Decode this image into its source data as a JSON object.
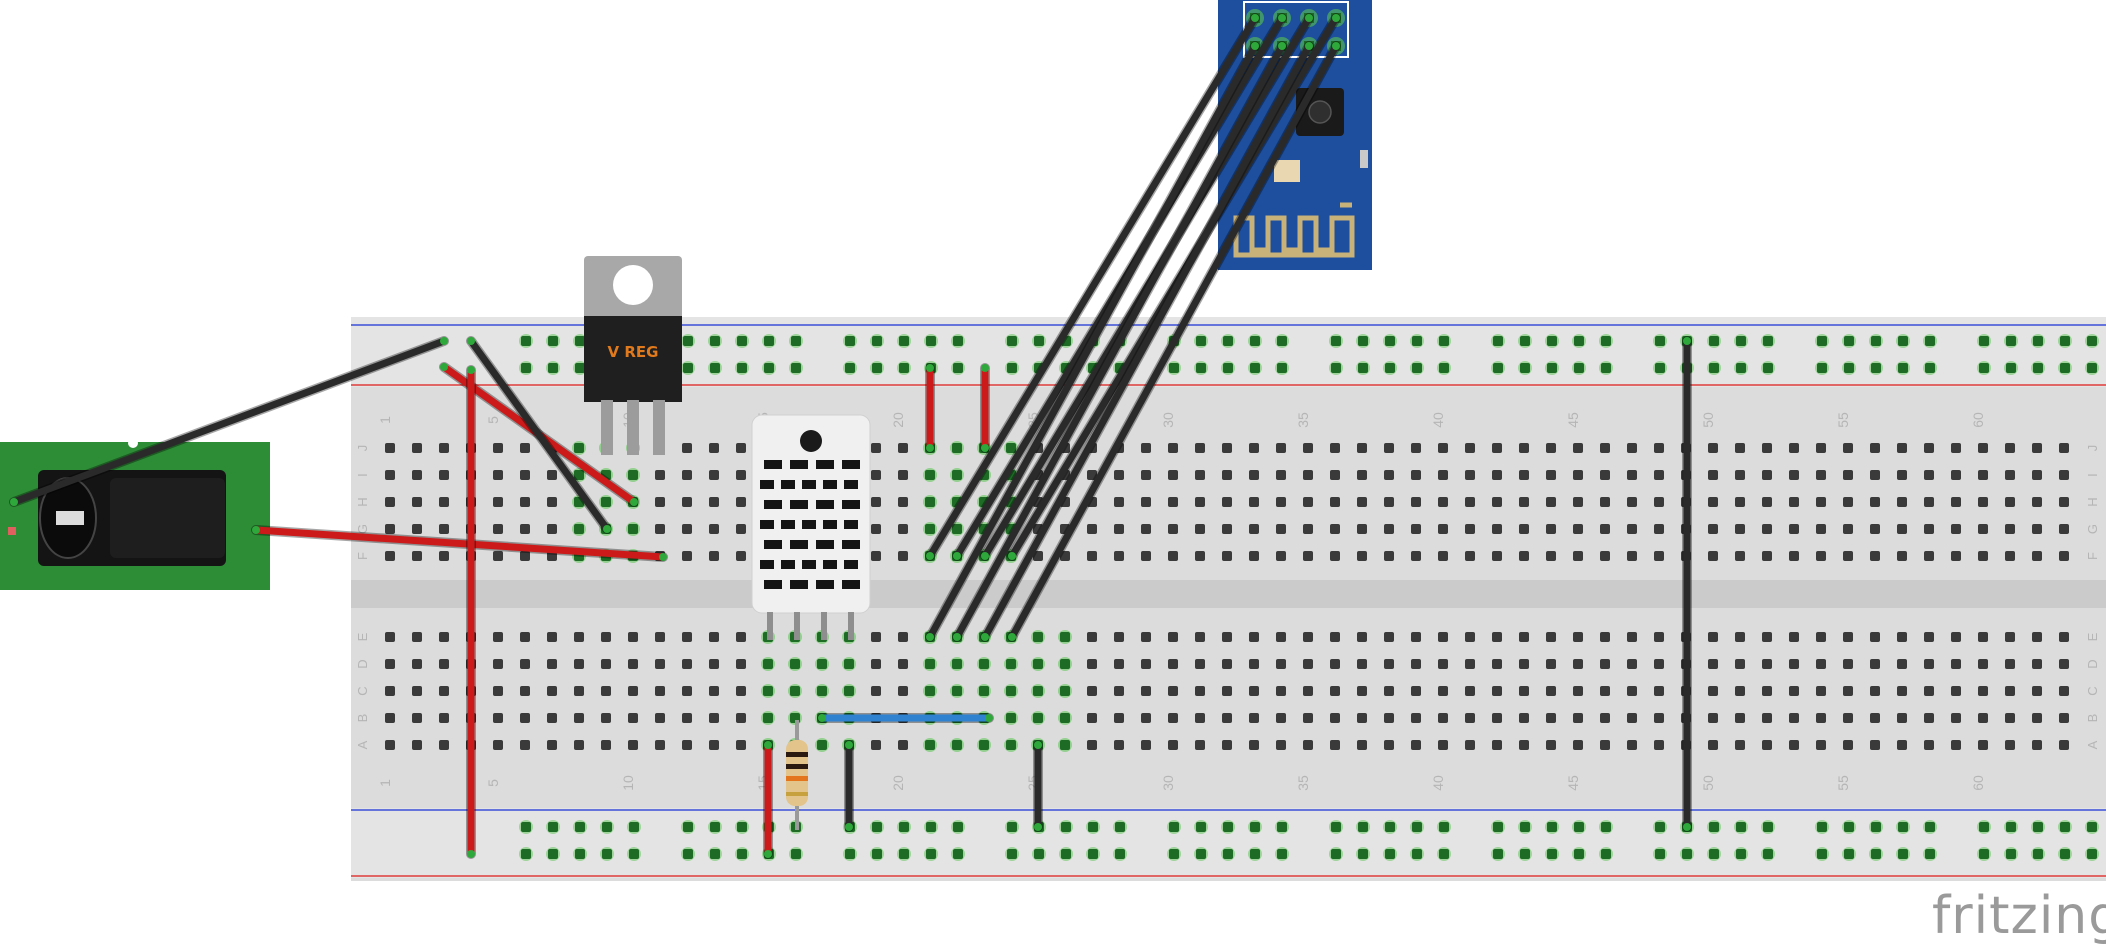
{
  "brand": "fritzing",
  "component_labels": {
    "regulator": "V REG"
  },
  "breadboard": {
    "columns": 63,
    "column_numbers": [
      "1",
      "5",
      "10",
      "15",
      "20",
      "25",
      "30",
      "35",
      "40",
      "45",
      "50",
      "55",
      "60"
    ],
    "upper_rows": [
      "J",
      "I",
      "H",
      "G",
      "F"
    ],
    "lower_rows": [
      "E",
      "D",
      "C",
      "B",
      "A"
    ]
  },
  "colors": {
    "red_wire": "#cc1a1a",
    "black_wire": "#2a2a2a",
    "blue_wire": "#2e82d0",
    "breadboard": "#dcdcdc",
    "power_jack_pcb": "#2d8c36",
    "esp8266_pcb": "#1d4f9e",
    "connected_hole": "#58c44f",
    "rail_blue": "#3a4ed6",
    "rail_red": "#de3b3b"
  }
}
